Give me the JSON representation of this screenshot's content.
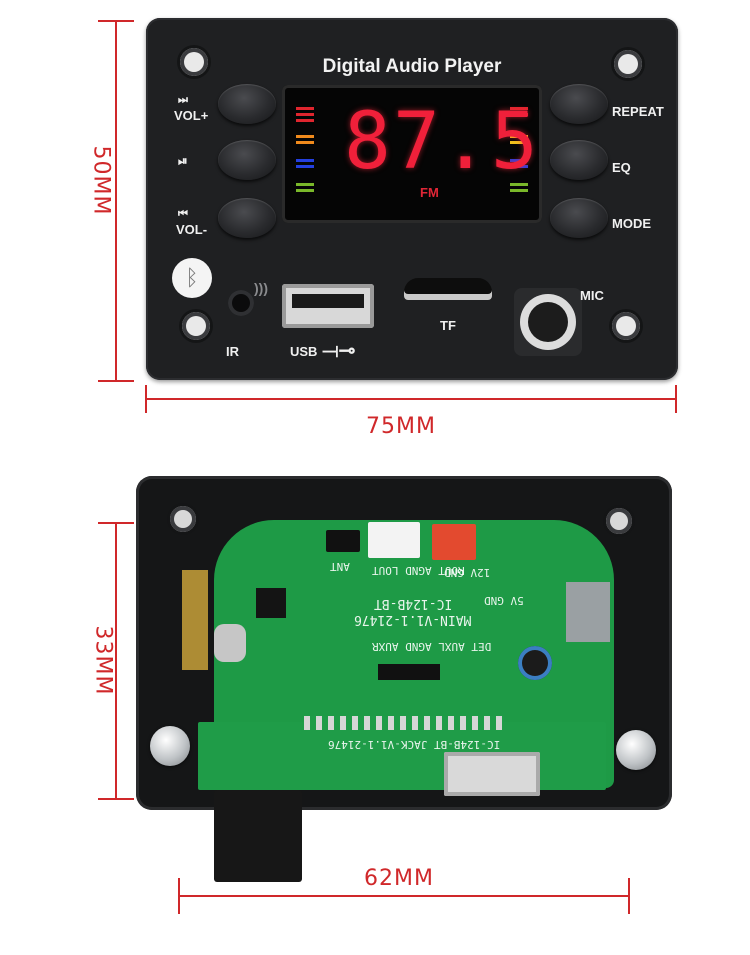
{
  "panel": {
    "title": "Digital Audio Player",
    "display_value": "87.5",
    "display_band": "FM",
    "left_buttons": [
      {
        "icon": "next-track-icon",
        "label": "VOL+"
      },
      {
        "icon": "play-pause-icon",
        "label": ""
      },
      {
        "icon": "previous-track-icon",
        "label": "VOL-"
      }
    ],
    "right_buttons": [
      "REPEAT",
      "EQ",
      "MODE"
    ],
    "ports": {
      "ir": "IR",
      "usb": "USB",
      "tf": "TF",
      "mic": "MIC"
    },
    "bluetooth_icon": "bluetooth-icon",
    "colors": {
      "display_red": "#f0203a",
      "panel": "#1f2022"
    }
  },
  "dimensions": {
    "front_height": "50MM",
    "front_width": "75MM",
    "back_height": "33MM",
    "back_width": "62MM"
  },
  "board": {
    "main_label": "MAIN-V1.1-21476",
    "model_label": "IC-124B-BT",
    "jack_label": "IC-124B-BT JACK-V1.1-21476",
    "header_labels": [
      "ROUT",
      "AGND",
      "LOUT"
    ],
    "aux_labels": [
      "DET",
      "AUXL",
      "AGND",
      "AUXR"
    ],
    "power_labels": [
      "12V",
      "GND"
    ],
    "ant_label": "ANT",
    "five_v_labels": [
      "5V",
      "GND"
    ]
  }
}
